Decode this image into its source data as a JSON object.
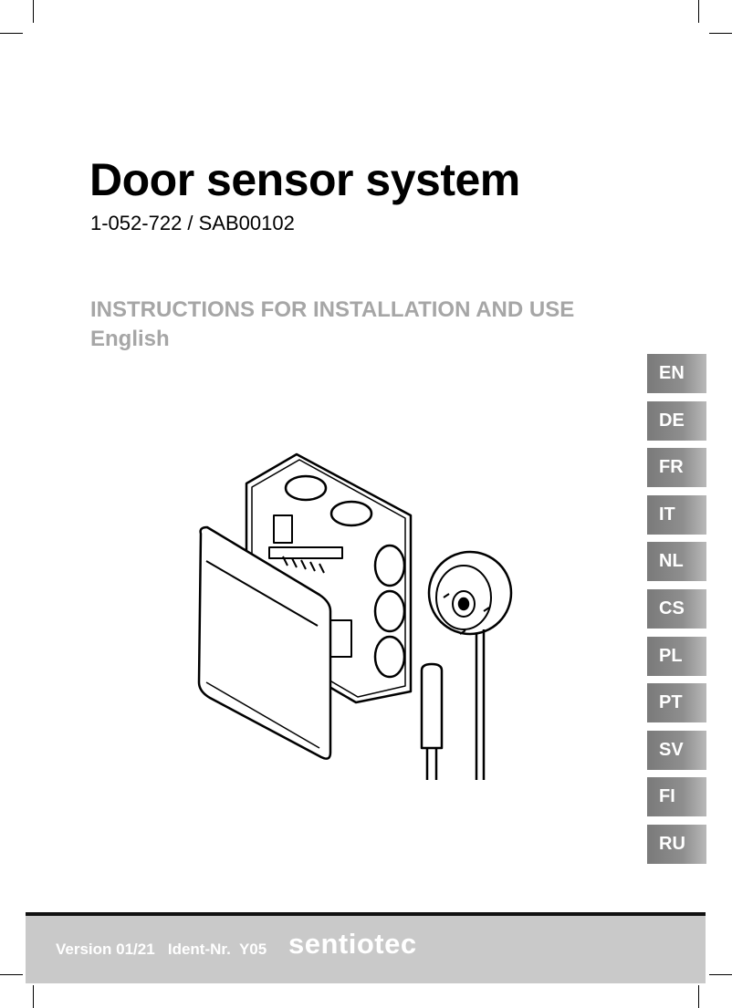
{
  "document": {
    "title": "Door sensor system",
    "product_codes": "1-052-722 / SAB00102",
    "instructions_heading": "INSTRUCTIONS FOR INSTALLATION AND USE",
    "language": "English"
  },
  "language_tabs": [
    "EN",
    "DE",
    "FR",
    "IT",
    "NL",
    "CS",
    "PL",
    "PT",
    "SV",
    "FI",
    "RU"
  ],
  "footer": {
    "version": "Version 01/21",
    "ident": "Ident-Nr.  Y05",
    "brand_logo": "sentiotec"
  }
}
